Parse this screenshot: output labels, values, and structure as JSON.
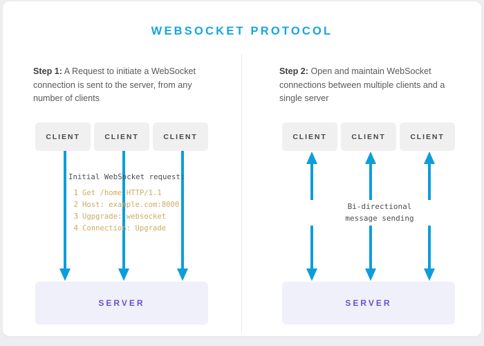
{
  "header": {
    "title": "WEBSOCKET PROTOCOL",
    "title_color": "#16a5e0"
  },
  "colors": {
    "page_background": "#eceef0",
    "card_background": "#ffffff",
    "arrow": "#0d9ddb",
    "client_box": "#f0f0f0",
    "client_text": "#44474a",
    "server_box": "#f0f0fb",
    "server_text": "#6b4ecb",
    "code_text": "#cdab62",
    "divider": "#e6e8ea"
  },
  "panels": [
    {
      "id": "step-1",
      "step_label": "Step 1:",
      "step_description": " A Request to initiate a WebSocket connection is sent to the server, from any number of clients",
      "clients": [
        {
          "label": "CLIENT"
        },
        {
          "label": "CLIENT"
        },
        {
          "label": "CLIENT"
        }
      ],
      "server": {
        "label": "SERVER"
      },
      "arrow_direction": "down",
      "code": {
        "heading": "Initial WebSocket request:",
        "lines": [
          {
            "number": "1",
            "text": "Get /home HTTP/1.1"
          },
          {
            "number": "2",
            "text": "Host: example.com:8000"
          },
          {
            "number": "3",
            "text": "Ugpgrade: websocket"
          },
          {
            "number": "4",
            "text": "Connection: Upgrade"
          }
        ]
      }
    },
    {
      "id": "step-2",
      "step_label": "Step 2:",
      "step_description": " Open and maintain WebSocket connections between multiple clients and a single server",
      "clients": [
        {
          "label": "CLIENT"
        },
        {
          "label": "CLIENT"
        },
        {
          "label": "CLIENT"
        }
      ],
      "server": {
        "label": "SERVER"
      },
      "arrow_direction": "both",
      "annotation_line1": "Bi-directional",
      "annotation_line2": "message sending"
    }
  ]
}
